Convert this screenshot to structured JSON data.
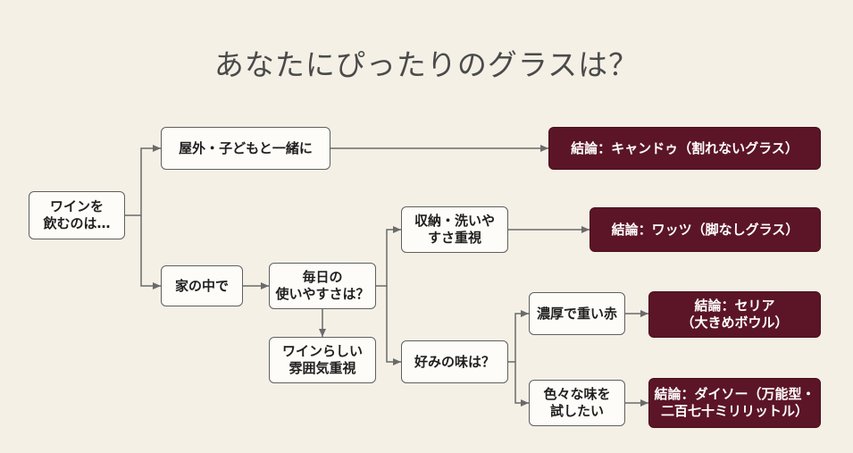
{
  "title": "あなたにぴったりのグラスは？",
  "nodes": {
    "start": "ワインを\n飲むのは…",
    "outdoor": "屋外・子どもと一緒に",
    "home": "家の中で",
    "daily": "毎日の\n使いやすさは？",
    "atmosphere": "ワインらしい\n雰囲気重視",
    "storage": "収納・洗いや\nすさ重視",
    "taste": "好みの味は？",
    "heavy_red": "濃厚で重い赤",
    "various": "色々な味を\n試したい"
  },
  "results": {
    "tumbler": "結論：キャンドゥ（割れないグラス）",
    "stemless": "結論：ワッツ（脚なしグラス）",
    "bowl": "結論：セリア\n（大きめボウル）",
    "daiso": "結論：ダイソー（万能型・\n二百七十ミリリットル）"
  },
  "colors": {
    "background": "#f4f0e6",
    "question_border": "#5f5f5f",
    "result_fill": "#5b1527",
    "result_text": "#ffffff",
    "arrow": "#6a6a6a"
  }
}
